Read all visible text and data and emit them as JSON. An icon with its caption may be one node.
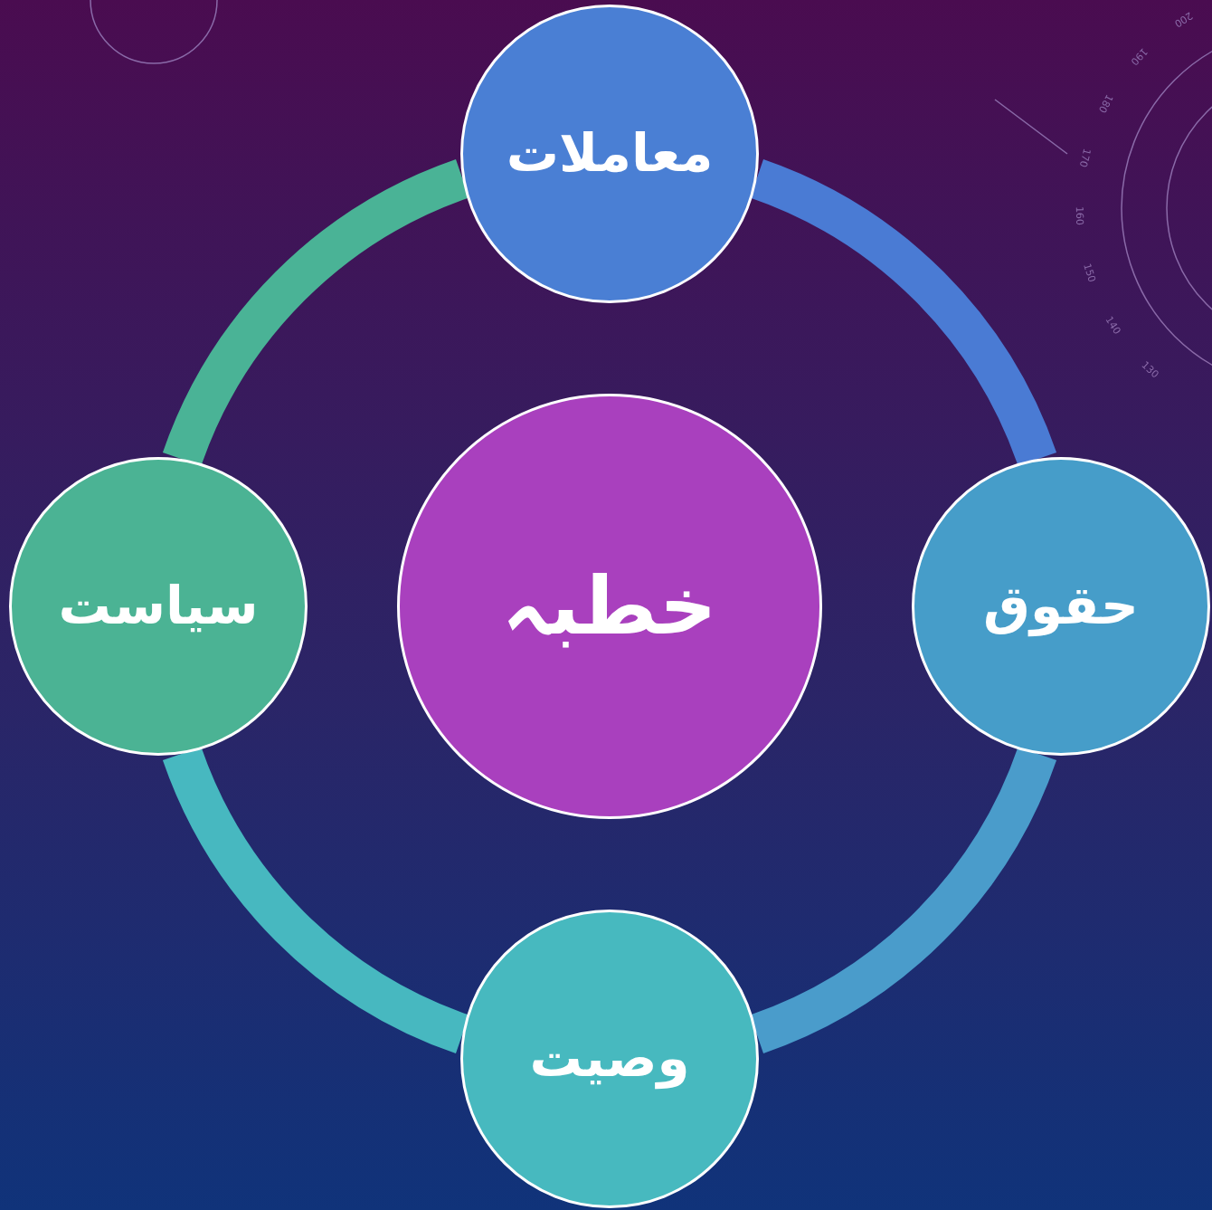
{
  "diagram": {
    "nodes": [
      {
        "text": [
          "معاملات"
        ]
      },
      {
        "text": [
          "سیاست"
        ]
      },
      {
        "text": [
          "خطبہ"
        ]
      },
      {
        "text": [
          "حقوق"
        ]
      },
      {
        "text": [
          "وصیت"
        ]
      }
    ],
    "edges": [
      {
        "from": 0,
        "to": 3,
        "arrow": "none",
        "color": "#4a7bd4"
      },
      {
        "from": 3,
        "to": 4,
        "arrow": "none",
        "color": "#4a9ccb"
      },
      {
        "from": 4,
        "to": 1,
        "arrow": "none",
        "color": "#47b8c0"
      },
      {
        "from": 1,
        "to": 0,
        "arrow": "none",
        "color": "#4ab396"
      }
    ],
    "labels": [
      "200",
      "190",
      "180",
      "170",
      "160",
      "150",
      "140",
      "130"
    ]
  }
}
